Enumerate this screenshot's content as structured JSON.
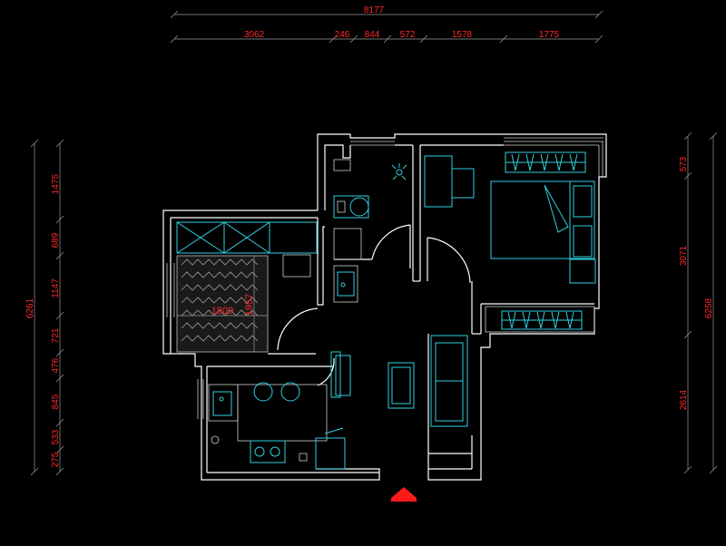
{
  "dimensions": {
    "top_total": "8177",
    "top_segments": [
      "3062",
      "246",
      "844",
      "572",
      "1578",
      "1775"
    ],
    "left_total": "6261",
    "left_segments": [
      "1475",
      "689",
      "1147",
      "721",
      "476",
      "845",
      "533",
      "275"
    ],
    "right_total": "6258",
    "right_segments": [
      "573",
      "3071",
      "2614"
    ],
    "room_width": "1800",
    "room_depth": "1957"
  },
  "colors": {
    "background": "#000000",
    "walls": "#ffffff",
    "furniture": "#2fd0e0",
    "dimension_text": "#ff2a2a",
    "entry_marker": "#ff1a1a"
  },
  "icons": {
    "entry": "entry-arrow-icon"
  }
}
